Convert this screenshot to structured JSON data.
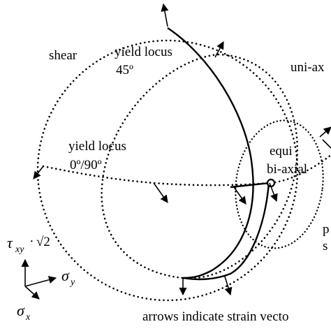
{
  "labels": {
    "shear": "shear",
    "yield_locus_45_line1": "yield locus",
    "yield_locus_45_line2": "45º",
    "uni_axial": "uni-ax",
    "yield_locus_0_90_line1": "yield locus",
    "yield_locus_0_90_line2": "0º/90º",
    "equi_line1": "equi",
    "equi_line2": "bi-axial",
    "plane_strain_line1": "p",
    "plane_strain_line2": "s",
    "tau": "τ",
    "tau_sub": "xy",
    "mult_dot": "·",
    "sqrt_two": "√2",
    "sigma_y": "σ",
    "sigma_y_sub": "y",
    "sigma_x": "σ",
    "sigma_x_sub": "x",
    "footer": "arrows indicate strain vecto"
  },
  "icons": [
    "strain-vector-arrow-icon",
    "axis-arrow-icon"
  ],
  "colors": {
    "ink": "#000000",
    "background": "#ffffff"
  }
}
